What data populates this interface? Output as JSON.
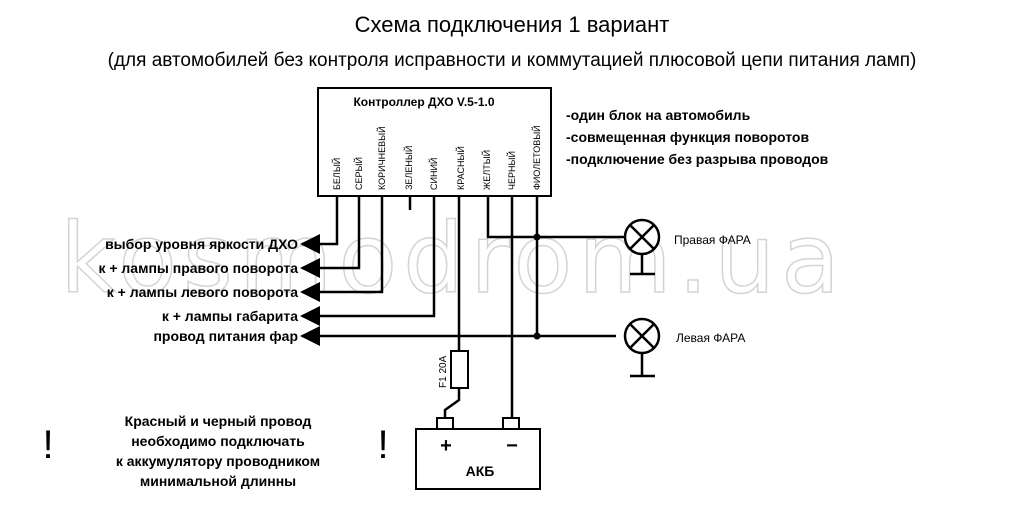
{
  "title": "Схема подключения 1 вариант",
  "subtitle": "(для автомобилей без контроля исправности и коммутацией плюсовой цепи питания ламп)",
  "controller": {
    "label": "Контроллер ДХО V.5-1.0",
    "wires": [
      "БЕЛЫЙ",
      "СЕРЫЙ",
      "КОРИЧНЕВЫЙ",
      "ЗЕЛЕНЫЙ",
      "СИНИЙ",
      "КРАСНЫЙ",
      "ЖЕЛТЫЙ",
      "ЧЕРНЫЙ",
      "ФИОЛЕТОВЫЙ"
    ]
  },
  "features": [
    "-один блок на автомобиль",
    "-совмещенная функция поворотов",
    "-подключение без разрыва проводов"
  ],
  "outputs": [
    "выбор уровня яркости ДХО",
    "к + лампы правого поворота",
    "к + лампы левого поворота",
    "к + лампы габарита",
    "провод питания фар"
  ],
  "lamps": {
    "right": "Правая ФАРА",
    "left": "Левая ФАРА"
  },
  "fuse": "F1 20A",
  "battery": {
    "label": "АКБ",
    "plus": "+",
    "minus": "−"
  },
  "warning": {
    "mark": "!",
    "lines": [
      "Красный и черный провод",
      "необходимо подключать",
      "к аккумулятору проводником",
      "минимальной длинны"
    ]
  },
  "watermark": "kosmodrom.ua"
}
